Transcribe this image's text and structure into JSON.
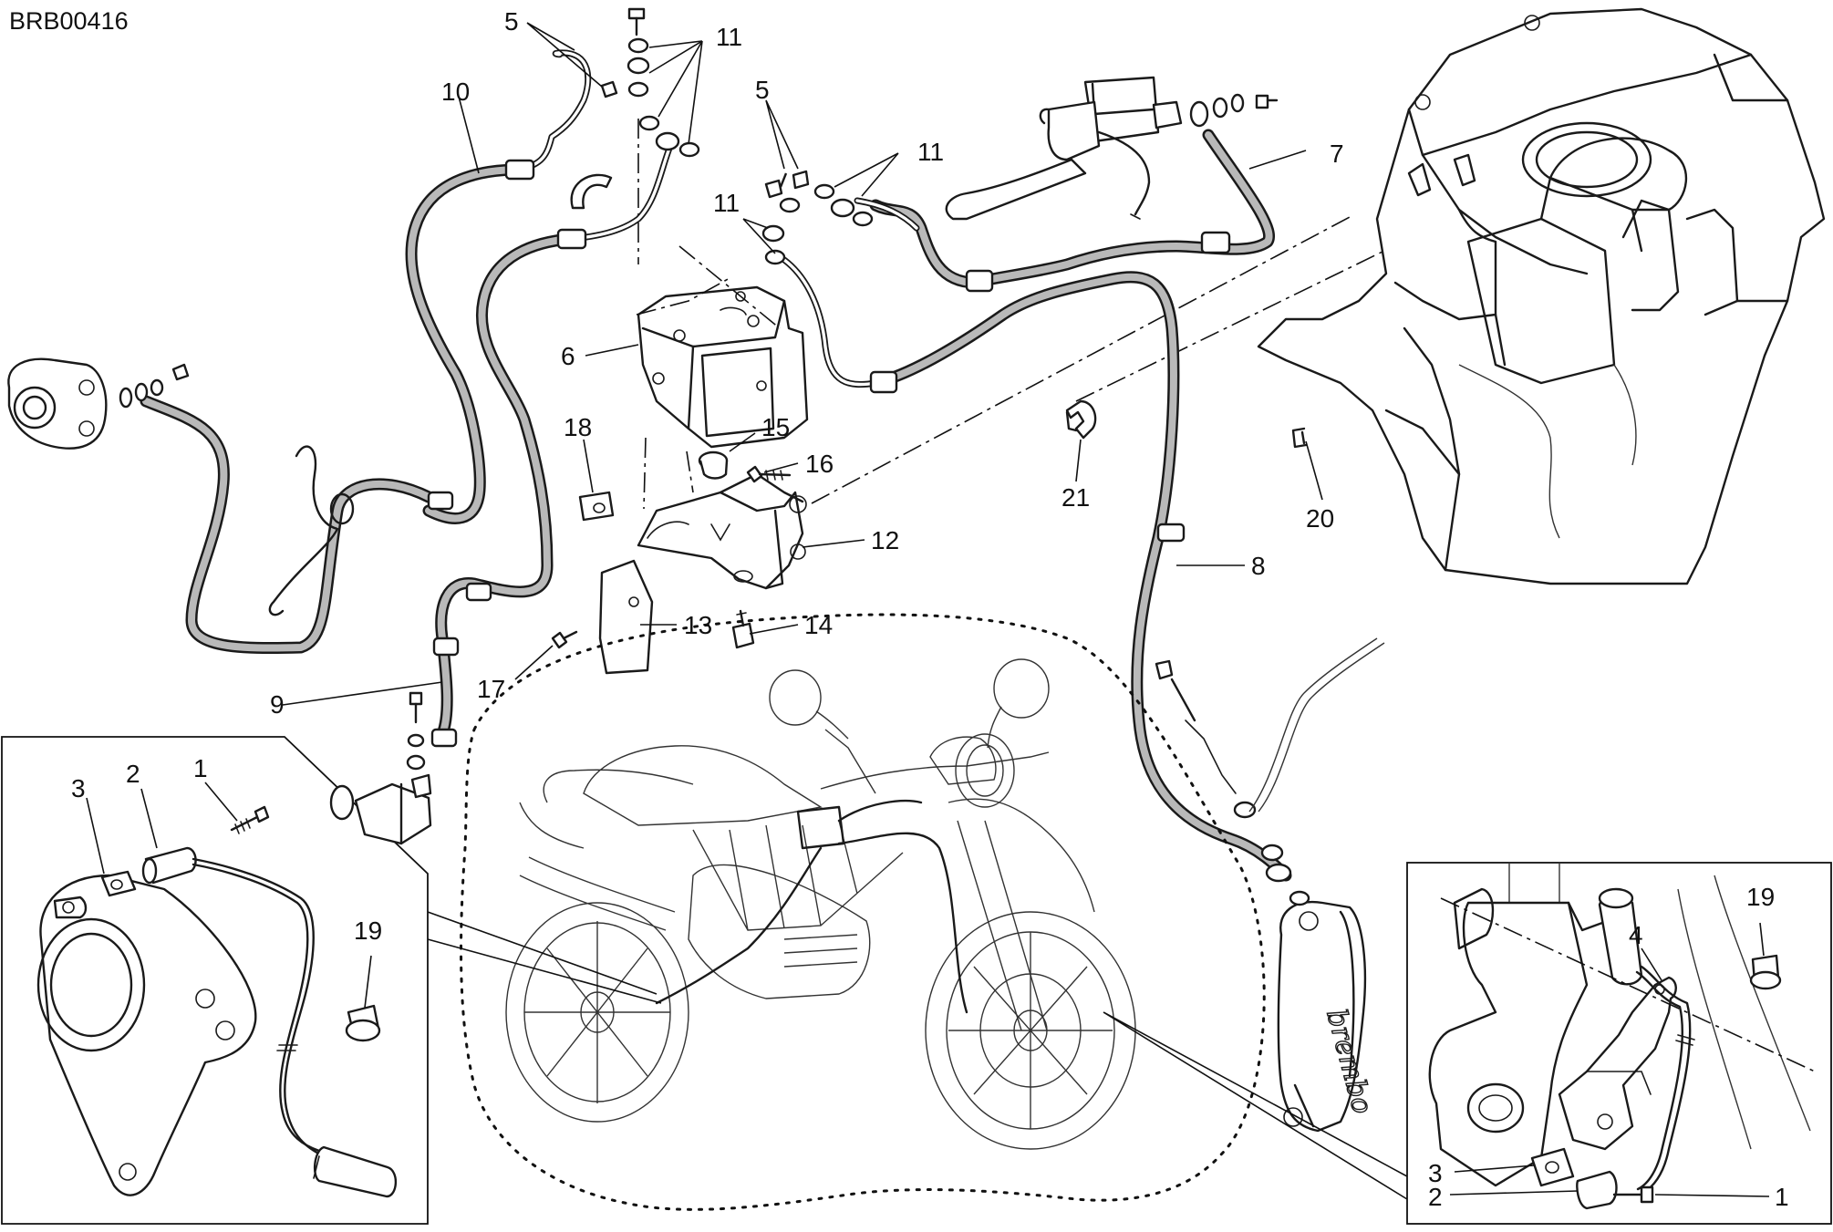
{
  "diagram_code": "BRB00416",
  "callouts": {
    "c1_left": "1",
    "c2_left": "2",
    "c3_left": "3",
    "c19_left": "19",
    "c5_top": "5",
    "c11_top": "11",
    "c5_mid": "5",
    "c11_mid_right": "11",
    "c11_mid_left": "11",
    "c10": "10",
    "c7": "7",
    "c6": "6",
    "c15": "15",
    "c16": "16",
    "c18": "18",
    "c12": "12",
    "c13": "13",
    "c14": "14",
    "c17": "17",
    "c9": "9",
    "c8": "8",
    "c21": "21",
    "c20": "20",
    "c19_right": "19",
    "c4_right": "4",
    "c3_right": "3",
    "c2_right": "2",
    "c1_right": "1"
  },
  "logos": {
    "caliper_brand": "brembo"
  }
}
